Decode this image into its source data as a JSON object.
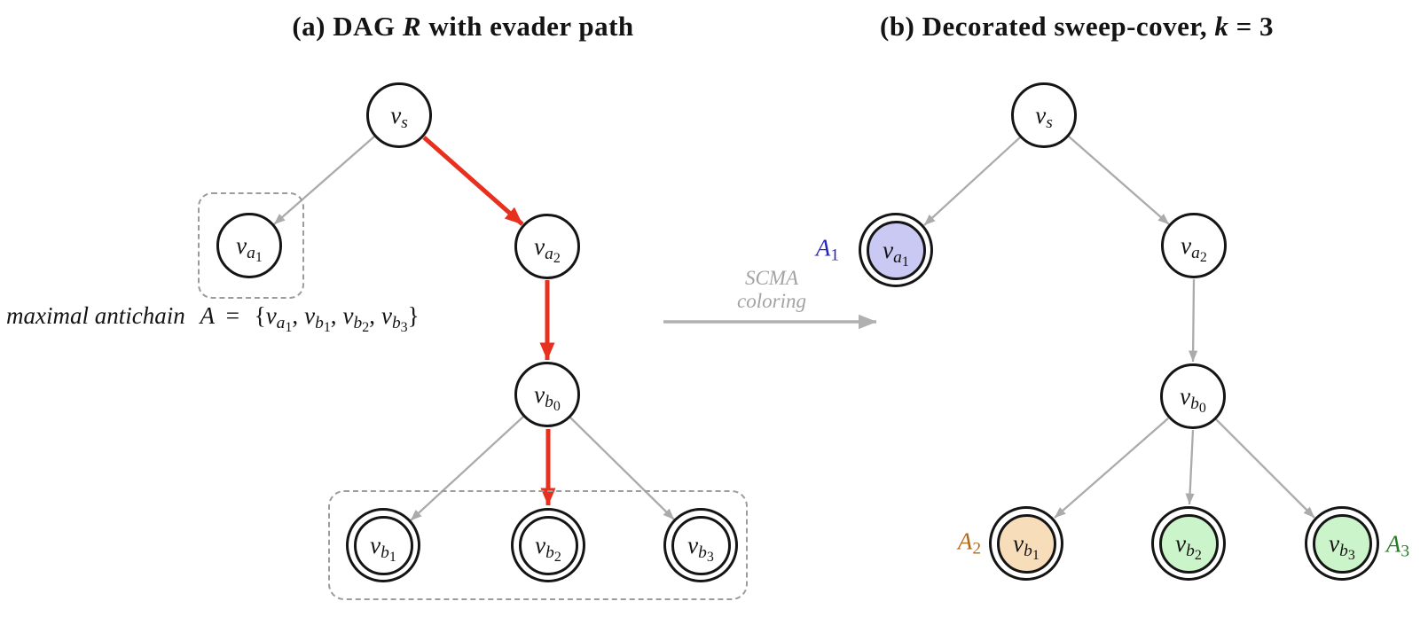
{
  "colors": {
    "evader_red": "#e8301f",
    "edge_gray": "#ababab",
    "connector_gray": "#b0b0b0",
    "dashed_gray": "#9c9c9c",
    "label_gray": "#a3a3a3",
    "a1_blue": "#2626bd",
    "a2_brown": "#b2691c",
    "a3_green": "#237d23",
    "fill_lavender": "#c9c9f3",
    "fill_orange": "#f7ddba",
    "fill_green": "#ccf4ca",
    "fill_white": "#ffffff"
  },
  "panel_a": {
    "title": {
      "prefix": "(a) DAG",
      "math": "R",
      "suffix": "with evader path"
    },
    "nodes": {
      "vs": {
        "base": "v",
        "sub": "s"
      },
      "va1": {
        "base": "v",
        "sub": "a",
        "subsub": "1"
      },
      "va2": {
        "base": "v",
        "sub": "a",
        "subsub": "2"
      },
      "vb0": {
        "base": "v",
        "sub": "b",
        "subsub": "0"
      },
      "vb1": {
        "base": "v",
        "sub": "b",
        "subsub": "1"
      },
      "vb2": {
        "base": "v",
        "sub": "b",
        "subsub": "2"
      },
      "vb3": {
        "base": "v",
        "sub": "b",
        "subsub": "3"
      }
    },
    "edges": [
      {
        "from": "vs",
        "to": "va1",
        "style": "gray"
      },
      {
        "from": "vs",
        "to": "va2",
        "style": "red-evader"
      },
      {
        "from": "va2",
        "to": "vb0",
        "style": "red-evader"
      },
      {
        "from": "vb0",
        "to": "vb1",
        "style": "gray"
      },
      {
        "from": "vb0",
        "to": "vb2",
        "style": "red-evader"
      },
      {
        "from": "vb0",
        "to": "vb3",
        "style": "gray"
      }
    ],
    "antichain": {
      "prefix": "maximal antichain",
      "set_var": "A",
      "equals": "=",
      "open": "{",
      "sep": ",",
      "close": "}",
      "items": [
        {
          "base": "v",
          "sub": "a",
          "subsub": "1"
        },
        {
          "base": "v",
          "sub": "b",
          "subsub": "1"
        },
        {
          "base": "v",
          "sub": "b",
          "subsub": "2"
        },
        {
          "base": "v",
          "sub": "b",
          "subsub": "3"
        }
      ]
    }
  },
  "connector": {
    "line1": "SCMA",
    "line2": "coloring"
  },
  "panel_b": {
    "title": {
      "prefix": "(b) Decorated sweep-cover,",
      "math_var": "k",
      "math_rest": "= 3"
    },
    "nodes": {
      "vs": {
        "base": "v",
        "sub": "s"
      },
      "va1": {
        "base": "v",
        "sub": "a",
        "subsub": "1"
      },
      "va2": {
        "base": "v",
        "sub": "a",
        "subsub": "2"
      },
      "vb0": {
        "base": "v",
        "sub": "b",
        "subsub": "0"
      },
      "vb1": {
        "base": "v",
        "sub": "b",
        "subsub": "1"
      },
      "vb2": {
        "base": "v",
        "sub": "b",
        "subsub": "2"
      },
      "vb3": {
        "base": "v",
        "sub": "b",
        "subsub": "3"
      }
    },
    "edges": [
      {
        "from": "vs",
        "to": "va1",
        "style": "gray"
      },
      {
        "from": "vs",
        "to": "va2",
        "style": "gray"
      },
      {
        "from": "va2",
        "to": "vb0",
        "style": "gray"
      },
      {
        "from": "vb0",
        "to": "vb1",
        "style": "gray"
      },
      {
        "from": "vb0",
        "to": "vb2",
        "style": "gray"
      },
      {
        "from": "vb0",
        "to": "vb3",
        "style": "gray"
      }
    ],
    "cover_labels": {
      "a1": {
        "base": "A",
        "sub": "1"
      },
      "a2": {
        "base": "A",
        "sub": "2"
      },
      "a3": {
        "base": "A",
        "sub": "3"
      }
    }
  }
}
